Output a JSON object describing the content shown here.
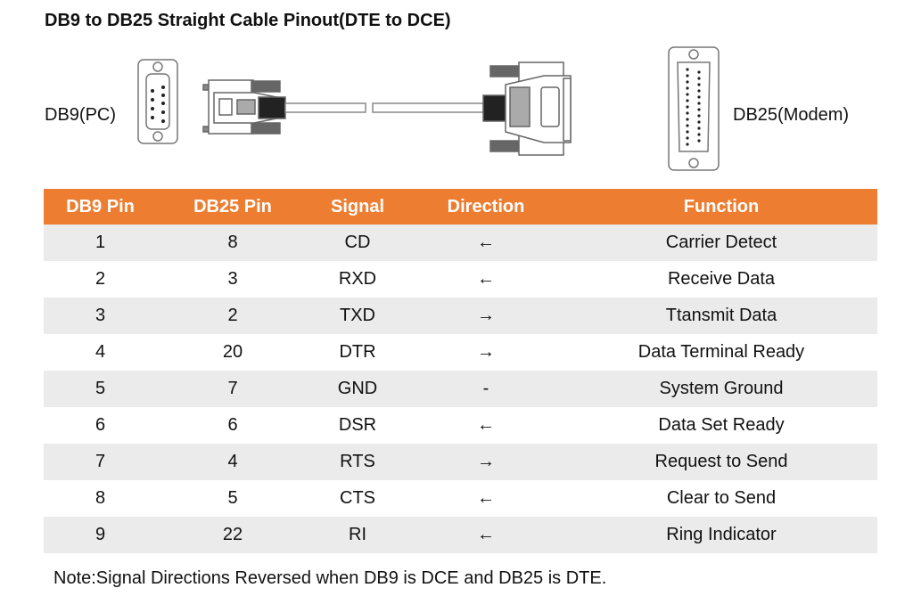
{
  "title": "DB9 to DB25 Straight Cable Pinout(DTE to DCE)",
  "left_label": "DB9(PC)",
  "right_label": "DB25(Modem)",
  "table": {
    "headers": [
      "DB9 Pin",
      "DB25 Pin",
      "Signal",
      "Direction",
      "Function"
    ],
    "rows": [
      [
        "1",
        "8",
        "CD",
        "←",
        "Carrier Detect"
      ],
      [
        "2",
        "3",
        "RXD",
        "←",
        "Receive Data"
      ],
      [
        "3",
        "2",
        "TXD",
        "→",
        "Ttansmit Data"
      ],
      [
        "4",
        "20",
        "DTR",
        "→",
        "Data Terminal Ready"
      ],
      [
        "5",
        "7",
        "GND",
        "-",
        "System Ground"
      ],
      [
        "6",
        "6",
        "DSR",
        "←",
        "Data Set Ready"
      ],
      [
        "7",
        "4",
        "RTS",
        "→",
        "Request to Send"
      ],
      [
        "8",
        "5",
        "CTS",
        "←",
        "Clear to Send"
      ],
      [
        "9",
        "22",
        "RI",
        "←",
        "Ring Indicator"
      ]
    ]
  },
  "colors": {
    "header": "#ED7D31",
    "row_alt": "#EBEBEB"
  },
  "note": "Note:Signal Directions Reversed when DB9 is DCE and DB25 is DTE."
}
